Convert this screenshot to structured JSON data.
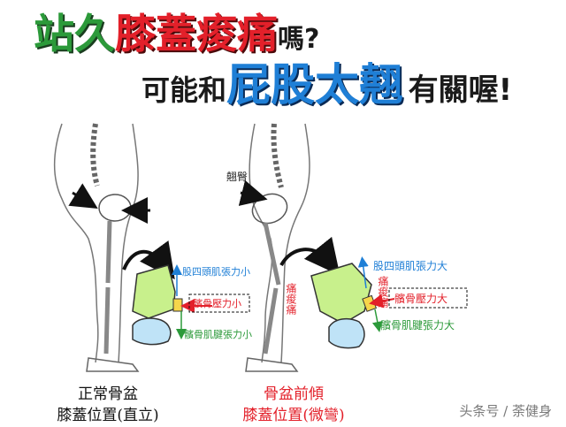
{
  "title": {
    "line1": [
      "站久",
      "膝蓋痠痛",
      "嗎?"
    ],
    "line2": [
      "可能和",
      "屁股太翹",
      "有關喔!"
    ]
  },
  "colors": {
    "green": "#2c9a3a",
    "red": "#e3202a",
    "blue": "#1f7fd6",
    "bone_fill": "#c8f08c",
    "bone_blue": "#bfe3f7",
    "kneecap_yellow": "#f6d64a"
  },
  "left_panel": {
    "quad_label": "股四頭肌張力小",
    "patella_label": "髕骨壓力小",
    "tendon_label": "髕骨肌腱張力小",
    "caption_line1": "正常骨盆",
    "caption_line2": "膝蓋位置(直立)"
  },
  "right_panel": {
    "buttock_label": "翹臀",
    "quad_label": "股四頭肌張力大",
    "patella_label": "髕骨壓力大",
    "tendon_label": "髕骨肌腱張力大",
    "pain_left": "痛痠痛",
    "pain_right": "痛痠痛",
    "caption_line1": "骨盆前傾",
    "caption_line2": "膝蓋位置(微彎)"
  },
  "watermark": "头条号 / 荼健身"
}
